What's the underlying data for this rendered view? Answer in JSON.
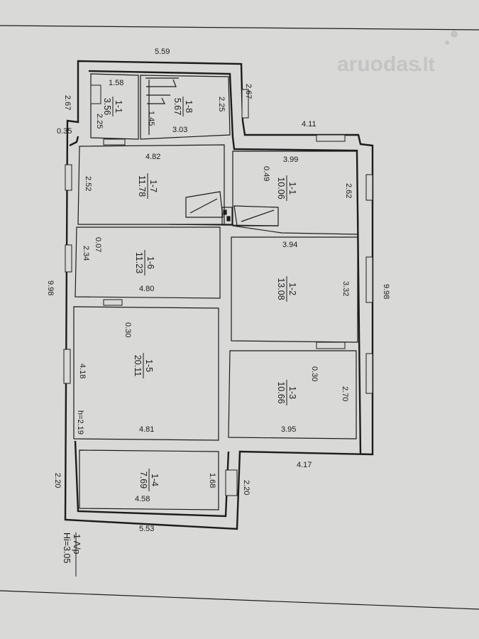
{
  "watermark": {
    "text": "aruodas",
    "suffix": ".lt"
  },
  "rooms": [
    {
      "id": "1-1",
      "area": "10.06"
    },
    {
      "id": "1-2",
      "area": "13.08"
    },
    {
      "id": "1-3",
      "area": "10.66"
    },
    {
      "id": "1-4",
      "area": "7.69"
    },
    {
      "id": "1-5",
      "area": "20.11"
    },
    {
      "id": "1-6",
      "area": "11.23"
    },
    {
      "id": "1-7",
      "area": "11.78"
    },
    {
      "id": "1-8",
      "area": "5.67"
    },
    {
      "id": "1-9",
      "area": "3.56"
    }
  ],
  "extra_labels": {
    "room5_height": "h=2.19"
  },
  "dimensions": {
    "top_width": "5.59",
    "bottom_width": "5.53",
    "left_height": "9.98",
    "right_height": "9.98",
    "left_upper": "2.67",
    "left_step": "0.35",
    "left_lower": "2.20",
    "right_upper": "2.67",
    "right_lower": "2.20",
    "step_top": "4.11",
    "step_bottom": "4.17",
    "r19_w": "1.58",
    "r19_h": "2.25",
    "r18_w": "3.03",
    "r18_h": "2.25",
    "r18_h2": "1.45",
    "r17_w": "4.82",
    "r17_h": "2.52",
    "r16_w": "4.80",
    "r16_h": "2.34",
    "r16_t": "0.07",
    "r15_w": "4.81",
    "r15_h": "4.18",
    "r15_t": "0.30",
    "r14_w": "4.58",
    "r14_h": "1.68",
    "r11_w": "3.99",
    "r11_h": "2.62",
    "r11_t": "0.49",
    "r12_w": "3.94",
    "r12_h": "3.32",
    "r13_w": "3.95",
    "r13_h": "2.70",
    "r13_t": "0.30"
  },
  "legend": {
    "floor": "1 A/p",
    "height": "Hi=3.05"
  }
}
